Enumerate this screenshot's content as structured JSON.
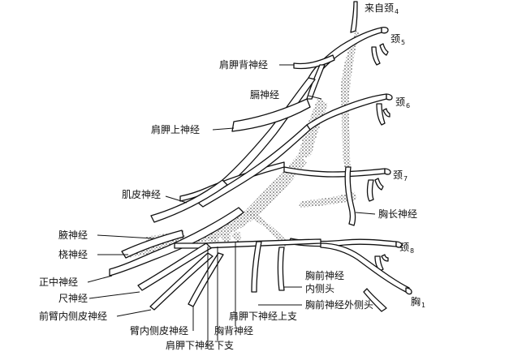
{
  "diagram": {
    "labels": {
      "from_c4": "来自颈",
      "from_c4_sub": "4",
      "c5": "颈",
      "c5_sub": "5",
      "c6": "颈",
      "c6_sub": "6",
      "c7": "颈",
      "c7_sub": "7",
      "c8": "颈",
      "c8_sub": "8",
      "t1": "胸",
      "t1_sub": "1",
      "dorsal_scapular": "肩胛背神经",
      "phrenic": "膈神经",
      "suprascapular": "肩胛上神经",
      "musculocutaneous": "肌皮神经",
      "long_thoracic": "胸长神经",
      "axillary": "腋神经",
      "radial": "桡神经",
      "median": "正中神经",
      "ulnar": "尺神经",
      "medial_antebrachial_cutaneous": "前臂内侧皮神经",
      "medial_brachial_cutaneous": "臂内侧皮神经",
      "thoracodorsal": "胸背神经",
      "upper_subscapular": "肩胛下神经上支",
      "lower_subscapular": "肩胛下神经下支",
      "medial_pectoral_1": "胸前神经",
      "medial_pectoral_2": "内侧头",
      "lateral_pectoral": "胸前神经外侧头"
    }
  }
}
